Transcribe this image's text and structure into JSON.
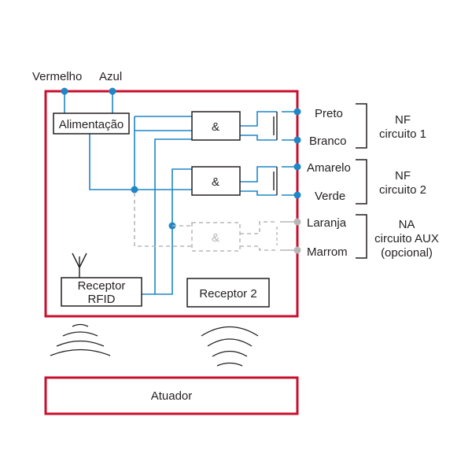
{
  "colors": {
    "frame": "#c8102e",
    "wire": "#1f86c7",
    "dashed": "#b7b7b7",
    "box": "#231f20",
    "text": "#231f20"
  },
  "wires_top": {
    "left": "Vermelho",
    "right": "Azul"
  },
  "blocks": {
    "power": "Alimentação",
    "and_gate": "&",
    "receiver_rfid_line1": "Receptor",
    "receiver_rfid_line2": "RFID",
    "receiver2": "Receptor 2",
    "actuator": "Atuador"
  },
  "outputs": [
    {
      "color": "Preto"
    },
    {
      "color": "Branco"
    },
    {
      "color": "Amarelo"
    },
    {
      "color": "Verde"
    },
    {
      "color": "Laranja"
    },
    {
      "color": "Marrom"
    }
  ],
  "circuits": [
    {
      "line1": "NF",
      "line2": "circuito 1",
      "line3": ""
    },
    {
      "line1": "NF",
      "line2": "circuito 2",
      "line3": ""
    },
    {
      "line1": "NA",
      "line2": "circuito AUX",
      "line3": "(opcional)"
    }
  ]
}
